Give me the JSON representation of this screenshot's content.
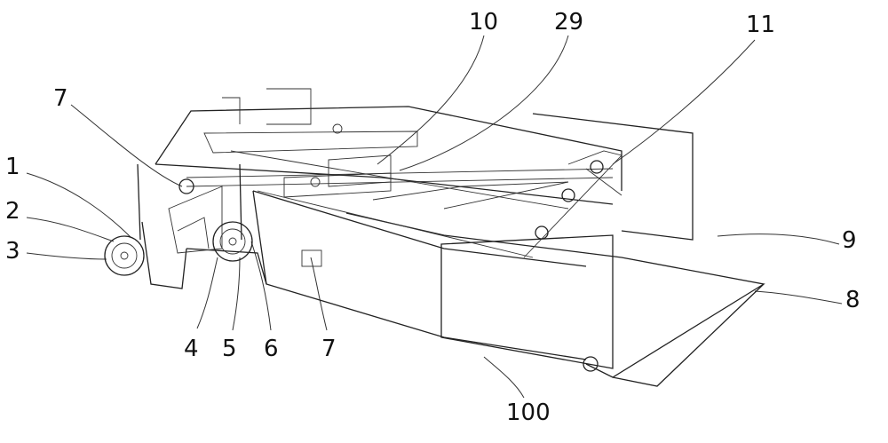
{
  "figure": {
    "labels": {
      "l10": "10",
      "l29": "29",
      "l11": "11",
      "l7_top": "7",
      "l1": "1",
      "l2": "2",
      "l3": "3",
      "l9": "9",
      "l8": "8",
      "l4": "4",
      "l5": "5",
      "l6": "6",
      "l7_bottom": "7",
      "l100": "100"
    }
  }
}
